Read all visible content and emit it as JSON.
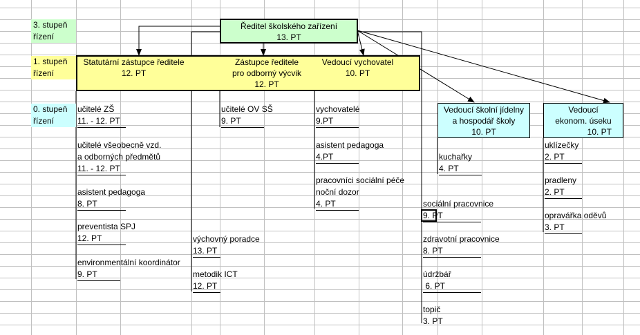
{
  "levels": {
    "level3": [
      "3. stupeň",
      "řízení"
    ],
    "level1": [
      "1. stupeň",
      "řízení"
    ],
    "level0": [
      "0. stupeň",
      "řízení"
    ]
  },
  "colors": {
    "director_fill": "#ccffcc",
    "deputy_fill": "#ffff99",
    "dept_fill": "#ccffff",
    "level3_fill": "#ccffcc",
    "level1_fill": "#ffff99",
    "level0_fill": "#ccffff",
    "gridline": "#c0c0c0"
  },
  "director": {
    "title": "Ředitel školského zařízení",
    "count": "13. PT"
  },
  "deputies": {
    "statutory": {
      "title": "Statutární zástupce ředitele",
      "count": "12. PT"
    },
    "vocational": {
      "title_1": "Zástupce ředitele",
      "title_2": "pro odborný výcvik",
      "count": "12. PT"
    },
    "educator": {
      "title": "Vedoucí vychovatel",
      "count": "10. PT"
    }
  },
  "departments": {
    "canteen": {
      "title_1": "Vedoucí školní jídelny",
      "title_2": "a hospodář školy",
      "count": "10. PT"
    },
    "economics": {
      "title_1": "Vedoucí",
      "title_2": "ekonom. úseku",
      "count": "10. PT"
    }
  },
  "staff": {
    "teachers_zs": {
      "title": "učitelé ZŠ",
      "count": "11. - 12. PT"
    },
    "teachers_general": {
      "title_1": "učitelé všeobecně vzd.",
      "title_2": "a odborných předmětů",
      "count": "11. - 12. PT"
    },
    "assistant_a": {
      "title": "asistent pedagoga",
      "count": "8. PT"
    },
    "prevention": {
      "title": "preventista SPJ",
      "count": "12. PT"
    },
    "environmental": {
      "title": "environmentální koordinátor",
      "count": "9. PT"
    },
    "counselor": {
      "title": "výchovný poradce",
      "count": "13. PT"
    },
    "ict": {
      "title": "metodik ICT",
      "count": "12. PT"
    },
    "teachers_ov": {
      "title": "učitelé OV SŠ",
      "count": "9. PT"
    },
    "educators": {
      "title": "vychovatelé",
      "count": "9.PT"
    },
    "assistant_b": {
      "title": "asistent pedagoga",
      "count": "4.PT"
    },
    "social_care": {
      "title_1": "pracovníci sociální péče",
      "title_2": "noční dozor",
      "count": "4. PT"
    },
    "social_worker": {
      "title": "sociální pracovnice",
      "count": "9. PT"
    },
    "health_worker": {
      "title": "zdravotní pracovnice",
      "count": "8. PT"
    },
    "maintenance": {
      "title": "údržbář",
      "count": " 6. PT"
    },
    "stoker": {
      "title": "topič",
      "count": "3. PT"
    },
    "cooks": {
      "title": "kuchařky",
      "count": "4. PT"
    },
    "cleaners": {
      "title": "uklízečky",
      "count": "2. PT"
    },
    "laundry": {
      "title": "pradleny",
      "count": "2. PT"
    },
    "tailor": {
      "title": "opravářka oděvů",
      "count": "3. PT"
    }
  }
}
